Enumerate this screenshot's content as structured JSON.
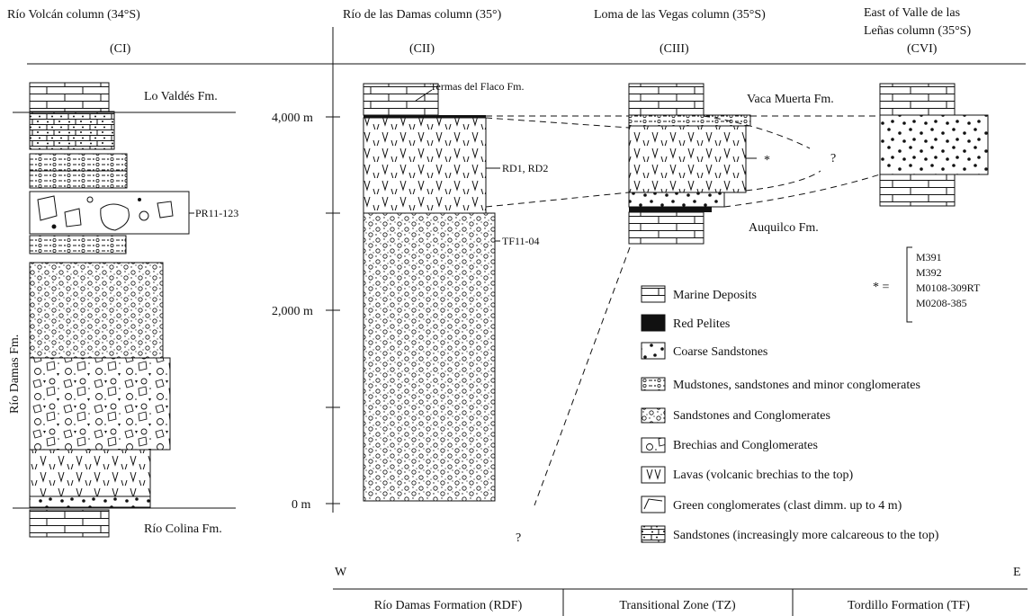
{
  "columns": [
    {
      "title": "Río Volcán column (34°S)",
      "code": "(CI)"
    },
    {
      "title": "Río de las Damas column (35°)",
      "code": "(CII)"
    },
    {
      "title": "Loma de las Vegas column (35°S)",
      "code": "(CIII)"
    },
    {
      "title_line1": "East of  Valle de las",
      "title_line2": "Leñas column (35°S)",
      "code": "(CVI)"
    }
  ],
  "formations": {
    "lo_valdes": "Lo Valdés Fm.",
    "rio_colina": "Río Colina Fm.",
    "rio_damas": "Río Damas Fm.",
    "termas": "Termas del Flaco Fm.",
    "vaca_muerta": "Vaca Muerta Fm.",
    "auquilco": "Auquilco Fm."
  },
  "samples": {
    "pr": "PR11-123",
    "rd": "RD1, RD2",
    "tf": "TF11-04",
    "star": "*",
    "star_eq": "* =",
    "star_list": [
      "M391",
      "M392",
      "M0108-309RT",
      "M0208-385"
    ]
  },
  "scale": {
    "ticks": [
      {
        "label": "4,000 m",
        "value": 4000
      },
      {
        "label": "2,000 m",
        "value": 2000
      },
      {
        "label": "0 m",
        "value": 0
      }
    ]
  },
  "question_marks": [
    "?",
    "?"
  ],
  "legend": [
    {
      "pattern": "marine",
      "label": "Marine Deposits"
    },
    {
      "pattern": "redpel",
      "label": "Red Pelites"
    },
    {
      "pattern": "coarse",
      "label": "Coarse Sandstones"
    },
    {
      "pattern": "mud",
      "label": "Mudstones, sandstones and minor conglomerates"
    },
    {
      "pattern": "sandcong",
      "label": "Sandstones and Conglomerates"
    },
    {
      "pattern": "breccia",
      "label": "Brechias and Conglomerates"
    },
    {
      "pattern": "lava",
      "label": "Lavas (volcanic brechias to the top)"
    },
    {
      "pattern": "green",
      "label": "Green conglomerates (clast dimm. up to 4 m)"
    },
    {
      "pattern": "sandcal",
      "label": "Sandstones (increasingly more calcareous to the top)"
    }
  ],
  "footer": {
    "west": "W",
    "east": "E",
    "zones": [
      "Río Damas Formation (RDF)",
      "Transitional Zone (TZ)",
      "Tordillo Formation (TF)"
    ]
  }
}
